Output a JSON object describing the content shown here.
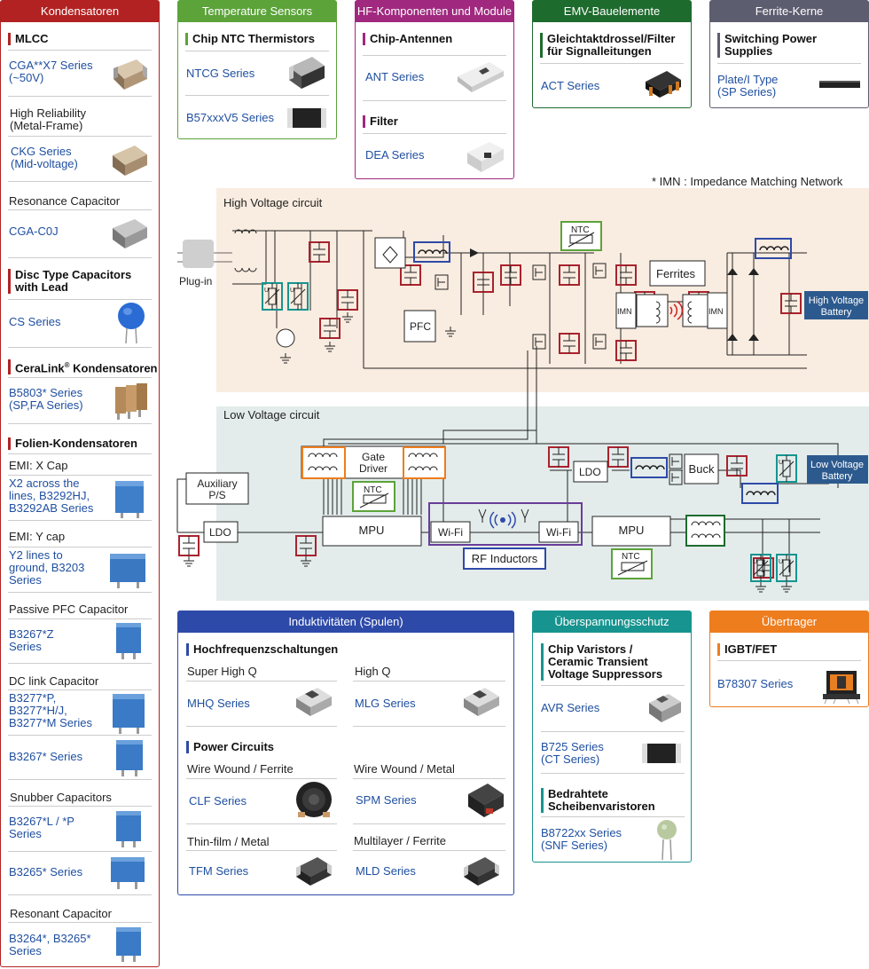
{
  "kondensatoren": {
    "title": "Kondensatoren",
    "color": "#b22222",
    "mlcc": "MLCC",
    "cga_x7": "CGA**X7 Series\n(~50V)",
    "high_rel": "High Reliability\n(Metal-Frame)",
    "ckg": "CKG Series\n(Mid-voltage)",
    "resonance": "Resonance Capacitor",
    "cga_c0j": "CGA-C0J",
    "disc": "Disc Type Capacitors\nwith Lead",
    "cs": "CS Series",
    "ceralink": "CeraLink",
    "ceralink_reg": "®",
    "ceralink_suffix": " Kondensatoren",
    "b5803": "B5803* Series\n(SP,FA Series)",
    "folien": "Folien-Kondensatoren",
    "emi_x": "EMI: X Cap",
    "x2": "X2  across the\nlines, B3292HJ,\nB3292AB Series",
    "emi_y": "EMI: Y cap",
    "y2": "Y2 lines to\nground, B3203\nSeries",
    "passive_pfc": "Passive PFC Capacitor",
    "b3267z": "B3267*Z\nSeries",
    "dc_link": "DC link Capacitor",
    "b3277": "B3277*P,\nB3277*H/J,\nB3277*M Series",
    "b3267": "B3267* Series",
    "snubber": "Snubber Capacitors",
    "b3267l": "B3267*L / *P\nSeries",
    "b3265": "B3265* Series",
    "resonant": "Resonant Capacitor",
    "b3264": "B3264*, B3265*\nSeries"
  },
  "temp": {
    "title": "Temperature Sensors",
    "color": "#5ca33a",
    "sect": "Chip NTC Thermistors",
    "ntcg": "NTCG Series",
    "b57": "B57xxxV5 Series"
  },
  "hf": {
    "title": "HF-Komponenten und Module",
    "color": "#a0297f",
    "antennen": "Chip-Antennen",
    "ant": "ANT Series",
    "filter": "Filter",
    "dea": "DEA Series"
  },
  "emv": {
    "title": "EMV-Bauelemente",
    "color": "#1e6b2e",
    "sect": "Gleichtaktdrossel/Filter\nfür Signalleitungen",
    "act": "ACT Series"
  },
  "ferrite": {
    "title": "Ferrite-Kerne",
    "color": "#5d5d70",
    "sect": "Switching Power\nSupplies",
    "plate": "Plate/I Type\n(SP Series)"
  },
  "imn_note": "* IMN  : Impedance Matching Network",
  "diagram": {
    "hv_label": "High Voltage circuit",
    "lv_label": "Low Voltage circuit",
    "hv_bg": "#f9ece0",
    "lv_bg": "#e3eceb",
    "plug_in": "Plug-in",
    "pfc": "PFC",
    "ntc": "NTC",
    "ferrites": "Ferrites",
    "imn": "IMN",
    "hv_battery": "High Voltage\nBattery",
    "lv_battery": "Low Voltage\nBattery",
    "battery_color": "#2d5a8e",
    "aux": "Auxiliary\nP/S",
    "ldo": "LDO",
    "gate_driver": "Gate\nDriver",
    "mpu": "MPU",
    "wifi": "Wi-Fi",
    "rf_inductors": "RF Inductors",
    "buck": "Buck"
  },
  "induktiv": {
    "title": "Induktivitäten (Spulen)",
    "color": "#2e4aa8",
    "hf_sect": "Hochfrequenzschaltungen",
    "super_high_q": "Super High Q",
    "high_q": "High Q",
    "mhq": "MHQ Series",
    "mlg": "MLG Series",
    "power_sect": "Power Circuits",
    "ww_ferrite": "Wire Wound / Ferrite",
    "ww_metal": "Wire Wound / Metal",
    "clf": "CLF Series",
    "spm": "SPM Series",
    "thin_film": "Thin-film / Metal",
    "multilayer": "Multilayer / Ferrite",
    "tfm": "TFM Series",
    "mld": "MLD Series"
  },
  "ueberspannung": {
    "title": "Überspannungsschutz",
    "color": "#17948f",
    "sect": "Chip Varistors /\nCeramic Transient\nVoltage Suppressors",
    "avr": "AVR Series",
    "b725": "B725 Series\n(CT Series)",
    "bedrahtete": "Bedrahtete\nScheibenvaristoren",
    "b8722": "B8722xx Series\n(SNF Series)"
  },
  "uebertrager": {
    "title": "Übertrager",
    "color": "#ee7d1e",
    "sect": "IGBT/FET",
    "b78307": "B78307 Series"
  }
}
